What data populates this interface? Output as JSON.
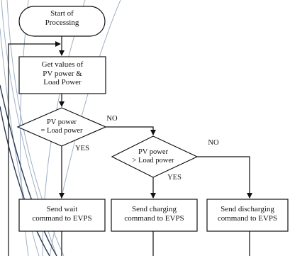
{
  "flowchart": {
    "start": "Start of\nProcessing",
    "get_values": "Get values of\nPV power &\nLoad Power",
    "decision_equal": "PV power\n= Load power",
    "decision_greater": "PV power\n> Load power",
    "send_wait": "Send wait\ncommand to EVPS",
    "send_charging": "Send charging\ncommand to EVPS",
    "send_discharging": "Send discharging\ncommand to EVPS",
    "label_no_1": "NO",
    "label_yes_1": "YES",
    "label_no_2": "NO",
    "label_yes_2": "YES"
  },
  "colors": {
    "line": "#111111",
    "box_fill": "#ffffff",
    "decor_lines": "#9fb0c6"
  }
}
